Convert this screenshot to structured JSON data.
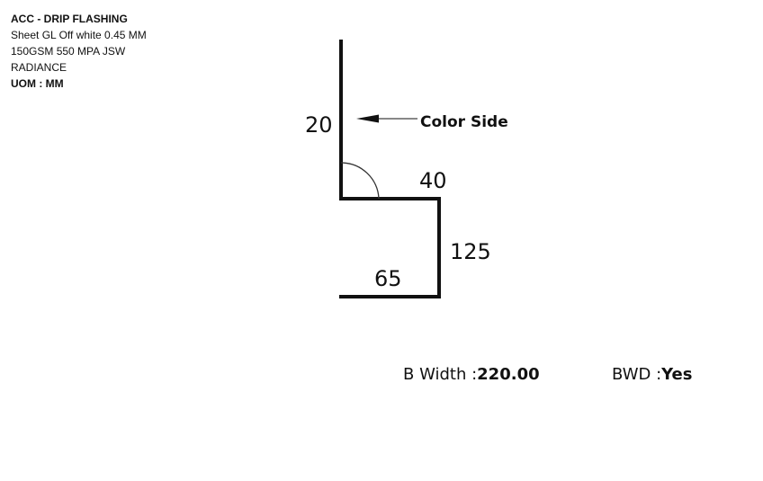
{
  "header": {
    "title": "ACC - DRIP FLASHING",
    "material": "Sheet GL Off white 0.45 MM",
    "spec": "150GSM 550 MPA JSW",
    "brand": "RADIANCE",
    "uom": "UOM : MM"
  },
  "drawing": {
    "segments": [
      "20",
      "40",
      "125",
      "65"
    ],
    "color_side_label": "Color Side",
    "line_color": "#111111"
  },
  "footer": {
    "bwidth_label": "B Width :",
    "bwidth_value": "220.00",
    "bwd_label": "BWD :",
    "bwd_value": "Yes"
  }
}
